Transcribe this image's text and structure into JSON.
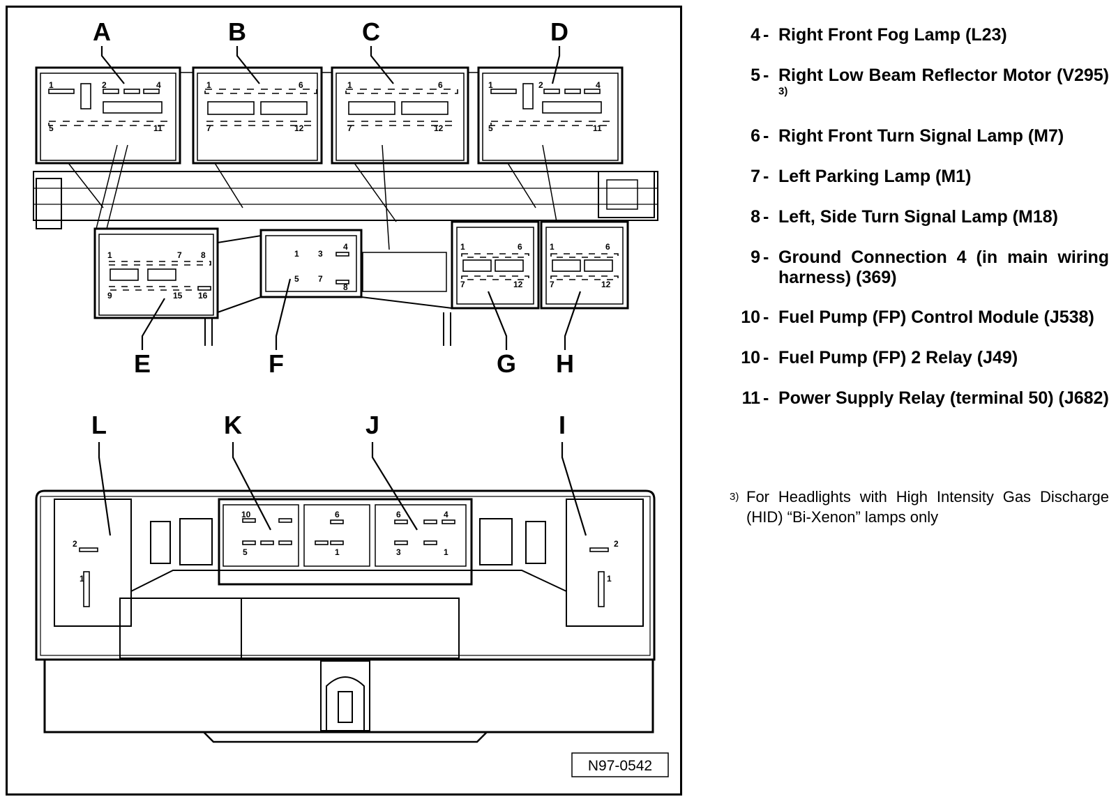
{
  "diagram": {
    "reference": "N97-0542",
    "connector_labels": [
      "A",
      "B",
      "C",
      "D",
      "E",
      "F",
      "G",
      "H",
      "L",
      "K",
      "J",
      "I"
    ],
    "pins": {
      "A": [
        "1",
        "2",
        "4",
        "5",
        "11"
      ],
      "B": [
        "1",
        "6",
        "7",
        "12"
      ],
      "C": [
        "1",
        "6",
        "7",
        "12"
      ],
      "D": [
        "1",
        "2",
        "4",
        "5",
        "11"
      ],
      "E": [
        "1",
        "7",
        "8",
        "9",
        "15",
        "16"
      ],
      "F": [
        "1",
        "3",
        "4",
        "5",
        "7",
        "8"
      ],
      "G": [
        "1",
        "6",
        "7",
        "12"
      ],
      "H": [
        "1",
        "6",
        "7",
        "12"
      ],
      "L": [
        "2",
        "1"
      ],
      "K": [
        "10",
        "5",
        "6",
        "1"
      ],
      "J": [
        "6",
        "4",
        "3",
        "1"
      ],
      "I": [
        "2",
        "1"
      ]
    }
  },
  "legend": {
    "items": [
      {
        "num": "4",
        "text": "Right Front Fog Lamp (L23)",
        "sup": ""
      },
      {
        "num": "5",
        "text": "Right Low Beam Reflector Motor (V295)",
        "sup": "3)"
      },
      {
        "num": "6",
        "text": "Right Front Turn Signal Lamp (M7)",
        "sup": ""
      },
      {
        "num": "7",
        "text": "Left Parking Lamp (M1)",
        "sup": ""
      },
      {
        "num": "8",
        "text": "Left, Side Turn Signal Lamp (M18)",
        "sup": ""
      },
      {
        "num": "9",
        "text": "Ground Connection 4 (in main wiring harness) (369)",
        "sup": ""
      },
      {
        "num": "10",
        "text": "Fuel Pump (FP) Control Module (J538)",
        "sup": ""
      },
      {
        "num": "10",
        "text": "Fuel Pump (FP) 2 Relay (J49)",
        "sup": ""
      },
      {
        "num": "11",
        "text": "Power Supply Relay (terminal 50) (J682)",
        "sup": ""
      }
    ],
    "footnote": {
      "mark": "3)",
      "text": "For Headlights with High Intensity Gas Discharge (HID) “Bi-Xenon” lamps only"
    }
  }
}
